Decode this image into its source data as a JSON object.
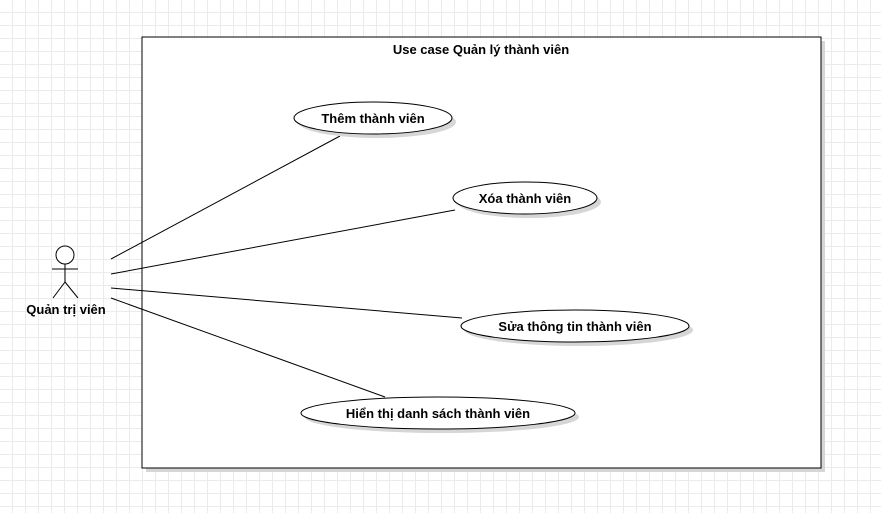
{
  "system": {
    "title": "Use case Quản lý thành viên"
  },
  "actor": {
    "name": "Quản trị viên"
  },
  "use_cases": [
    {
      "label": "Thêm thành viên"
    },
    {
      "label": "Xóa thành viên"
    },
    {
      "label": "Sửa thông tin thành viên"
    },
    {
      "label": "Hiển thị danh sách thành viên"
    }
  ]
}
